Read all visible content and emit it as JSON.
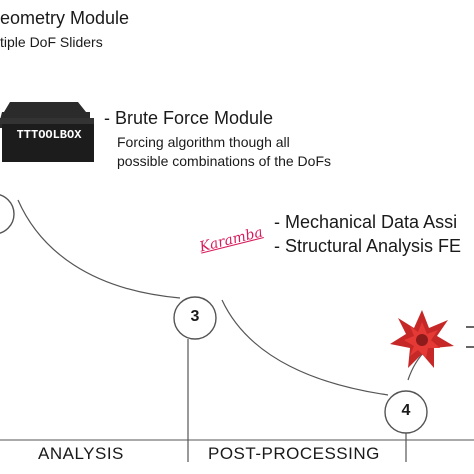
{
  "geometry": {
    "title": "eometry Module",
    "subtitle": "tiple DoF Sliders"
  },
  "brute_force": {
    "title": "- Brute Force Module",
    "desc_line1": "Forcing algorithm though all",
    "desc_line2": "possible combinations of the DoFs"
  },
  "toolbox_logo": "TTTOOLBOX",
  "karamba_logo": "Karamba",
  "mechanical": {
    "line1": "- Mechanical Data Assi",
    "line2": "- Structural Analysis FE"
  },
  "steps": {
    "step3": "3",
    "step4": "4"
  },
  "phases": {
    "analysis": "ANALYSIS",
    "post_processing": "POST-PROCESSING"
  },
  "colors": {
    "line": "#555555",
    "karamba": "#d81b5a",
    "star": "#c62828"
  }
}
